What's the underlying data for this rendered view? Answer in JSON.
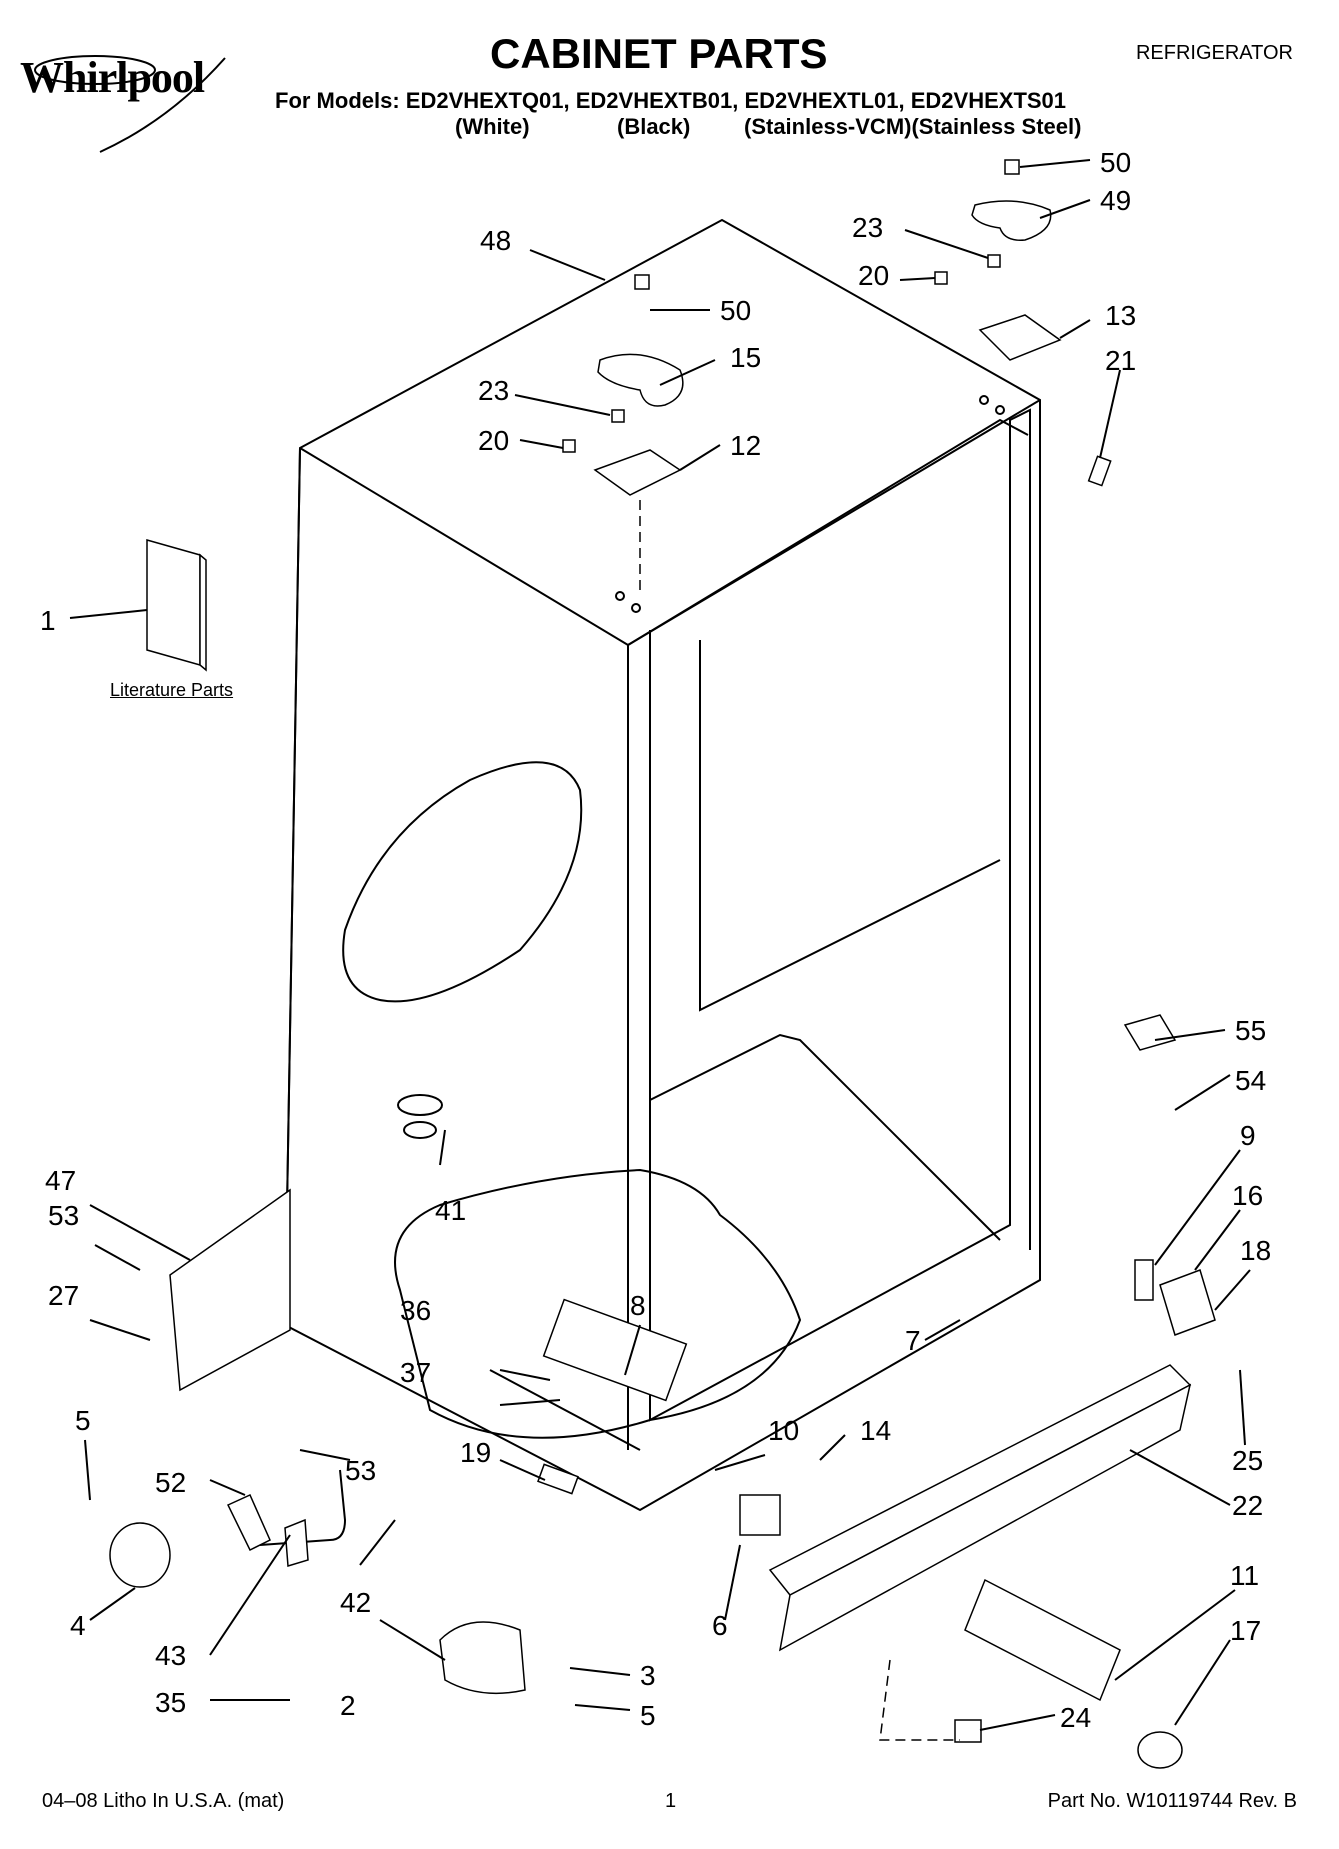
{
  "header": {
    "brand": "Whirlpool",
    "title": "CABINET PARTS",
    "appliance": "REFRIGERATOR",
    "models_line": "For Models: ED2VHEXTQ01, ED2VHEXTB01, ED2VHEXTL01, ED2VHEXTS01",
    "model_colors": [
      "(White)",
      "(Black)",
      "(Stainless-VCM)(Stainless Steel)"
    ]
  },
  "literature_label": "Literature Parts",
  "callouts": [
    "1",
    "2",
    "3",
    "4",
    "5",
    "6",
    "7",
    "8",
    "9",
    "10",
    "11",
    "12",
    "13",
    "14",
    "15",
    "16",
    "17",
    "18",
    "19",
    "20",
    "21",
    "22",
    "23",
    "24",
    "25",
    "27",
    "35",
    "36",
    "37",
    "41",
    "42",
    "43",
    "47",
    "48",
    "49",
    "50",
    "52",
    "53",
    "54",
    "55"
  ],
  "footer": {
    "left": "04–08 Litho In U.S.A. (mat)",
    "page": "1",
    "part_no": "Part No. W10119744 Rev. B"
  }
}
